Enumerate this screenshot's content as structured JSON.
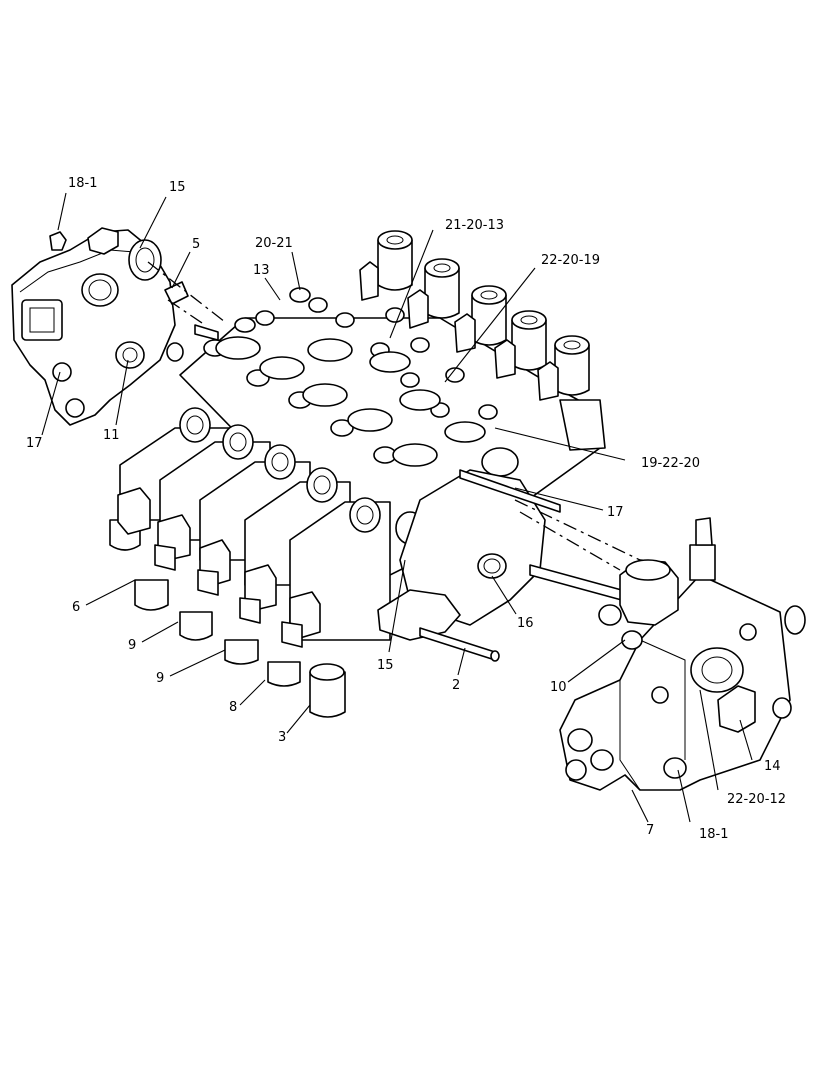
{
  "callouts": [
    {
      "id": "c1",
      "text": "18-1"
    },
    {
      "id": "c2",
      "text": "15"
    },
    {
      "id": "c3",
      "text": "5"
    },
    {
      "id": "c4",
      "text": "20-21"
    },
    {
      "id": "c5",
      "text": "13"
    },
    {
      "id": "c6",
      "text": "21-20-13"
    },
    {
      "id": "c7",
      "text": "22-20-19"
    },
    {
      "id": "c8",
      "text": "17"
    },
    {
      "id": "c9",
      "text": "11"
    },
    {
      "id": "c10",
      "text": "19-22-20"
    },
    {
      "id": "c11",
      "text": "17"
    },
    {
      "id": "c12",
      "text": "6"
    },
    {
      "id": "c13",
      "text": "16"
    },
    {
      "id": "c14",
      "text": "9"
    },
    {
      "id": "c15",
      "text": "9"
    },
    {
      "id": "c16",
      "text": "15"
    },
    {
      "id": "c17",
      "text": "10"
    },
    {
      "id": "c18",
      "text": "2"
    },
    {
      "id": "c19",
      "text": "8"
    },
    {
      "id": "c20",
      "text": "14"
    },
    {
      "id": "c21",
      "text": "3"
    },
    {
      "id": "c22",
      "text": "22-20-12"
    },
    {
      "id": "c23",
      "text": "7"
    },
    {
      "id": "c24",
      "text": "18-1"
    }
  ]
}
